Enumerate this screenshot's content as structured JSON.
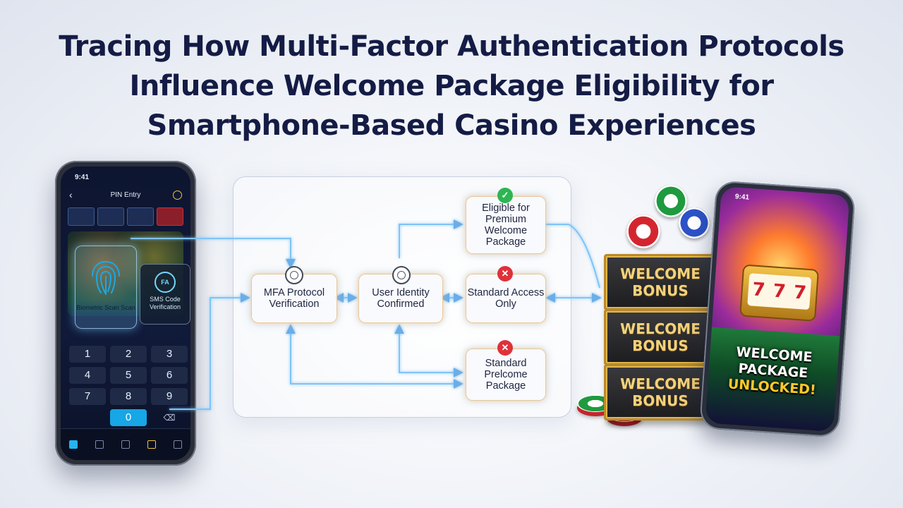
{
  "title": {
    "line1": "Tracing How Multi-Factor Authentication Protocols",
    "line2": "Influence Welcome Package Eligibility for",
    "line3": "Smartphone-Based Casino Experiences"
  },
  "left_phone": {
    "time": "9:41",
    "header": "PIN Entry",
    "biometric_label": "Biometric Scan Scan",
    "sms_icon_text": "FA",
    "sms_label": "SMS Code Verification",
    "keypad": [
      "1",
      "2",
      "3",
      "4",
      "5",
      "6",
      "7",
      "8",
      "9",
      "",
      "0",
      "⌫"
    ]
  },
  "flow": {
    "mfa": "MFA Protocol Verification",
    "identity": "User Identity Confirmed",
    "premium": "Eligible for Premium Welcome Package",
    "standard_access": "Standard Access Only",
    "standard_package": "Standard Prelcome Package"
  },
  "bonus_crates": [
    "WELCOME BONUS",
    "WELCOME BONUS",
    "WELCOME BONUS"
  ],
  "right_phone": {
    "time": "9:41",
    "unlock_line1": "WELCOME",
    "unlock_line2": "PACKAGE",
    "unlock_line3": "UNLOCKED!"
  },
  "colors": {
    "title": "#141c45",
    "flow_glow_orange": "#ffaa46",
    "flow_glow_blue": "#78beff",
    "ok": "#2db552",
    "fail": "#e0313a",
    "gold": "#f4d27a"
  }
}
